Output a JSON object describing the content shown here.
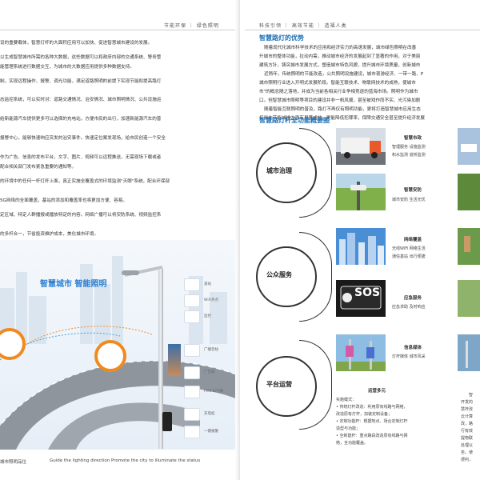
{
  "left": {
    "header": "节能环保 ｜ 绿色照明",
    "paragraphs": [
      "设的重要载体，智慧灯杆的大面积应用可以加快、促进智慧城市建设的发展。",
      "以生成智慧城市所需的各种大数据，这些数据可以和政府内部的交通系统、警务管",
      "能管理系统进行数据交互，为城市的大数据应用提供多种数据支持。",
      "制，实现远程操作、报警、调光功能，满足道路照明的前提下实现节能和提高路灯",
      "态监控系统，可以实时对：道路交通情况、治安情况、城市照明情况、公共设施运",
      "给新能源汽车提供更多可以选择的充电站，方便市民的出行，加速新能源汽车的普",
      "报警中心，能够快速响应突发的治安事件。快速定位案发现场，给市民创造一个安全",
      "作为广告、信息的发布平台，文字、图片、视频可以远程推送，无需现场下载或者",
      "配合相关部门发布紧急重要的通知等。",
      "的环境中的任何一杆灯杆上面，真正实施全覆盖式的环境监测\"天眼\"系统，配合环保部",
      "5G网络的全面覆盖，基站的添加和覆盖率也将更加方便、容易。",
      "定区域、特定人群播报或播放特定的内容。网络广播可以将安防系统、视频监控系",
      "的多杆合一，节省投资维护成本，美化城市环境。"
    ],
    "illustration": {
      "title": "智慧城市  智能照明",
      "badges": [
        "基站",
        "WiFi热点",
        "监控",
        "广播音柱",
        "广告屏",
        "PM2.5/气象",
        "充电桩",
        "一键报警"
      ]
    },
    "footer": "城市照明品位",
    "footer_en": "Guide the lighting direction Promote the city to illuminate the status"
  },
  "right": {
    "header": "科技引领 ｜ 高效节能 ｜ 造福人类",
    "section1_title": "智慧路灯的优势",
    "paragraphs": [
      "随着现代化城市科学技术的应用和经济实力的高速发展，城市绿色照明在改善",
      "升城市的整体功能，拉动内需，推动城市经济的发展起到了显著的作用，对于美丽",
      "建筑方针，铸突城市发展方式，塑造城市特色风貌，提升城市环境质量，创新城市",
      "近两年，传统照明的节能改造，公共照明设施建设，城市夜游经济、一带一路、P",
      "城市照明行业进入开明式发展阶段。智能互联技术、物联网技术的成熟，使城市",
      "市\"的概念随之落地，并成为当前各相关行业争相竞逐的蓝海市场。照明作为城市",
      "口。但智慧城市照明等项目的建设并非一帆风顺，甚至被戏作而不实、光污染加剧",
      "随着智能互联照明的普及，路灯不再仅有照明功能，更将打造智慧城市应用生态",
      "仅是在节能减排方面有显著成效，更能降低犯罪率，保障交通安全甚至提升经济发展"
    ],
    "section2_title": "智慧路灯杆全功能概要图",
    "groups": [
      {
        "label": "城市治理"
      },
      {
        "label": "公众服务"
      },
      {
        "label": "平台运营"
      }
    ],
    "items": [
      {
        "title": "智慧市政",
        "desc1": "智理服务  设施监测",
        "desc2": "积水监测  道桥监测"
      },
      {
        "title": "智慧安防",
        "desc1": "城市安防  生活无忧"
      },
      {
        "title": "网络覆盖",
        "desc1": "无线WiFi 网络生活",
        "desc2": "通信基站  出行便捷"
      },
      {
        "title": "应急服务",
        "desc1": "应急求助  及时响应"
      },
      {
        "title": "信息媒体",
        "desc1": "灯杆媒体  城市风采"
      },
      {
        "title": "运营多元"
      }
    ],
    "sos_text": "SOS",
    "ops_text": [
      "实施模式：",
      "• 传统灯杆改造：利用原有线路与网络，",
      "改造原有灯杆，加装定制设备；",
      "• 定制功能杆：根据地点、场合定制灯杆",
      "造型与功能；",
      "• 全新建杆：重点路段改造原有线路与网",
      "络，全功能覆盖。"
    ],
    "edge_text": [
      "智",
      "开发的",
      "慧杆改",
      "云计算",
      "改，路",
      "行有效",
      "提物联",
      "处理以",
      "务。使",
      "便利，"
    ]
  },
  "colors": {
    "accent_blue": "#1e6fb5",
    "accent_orange": "#f08a1f"
  }
}
